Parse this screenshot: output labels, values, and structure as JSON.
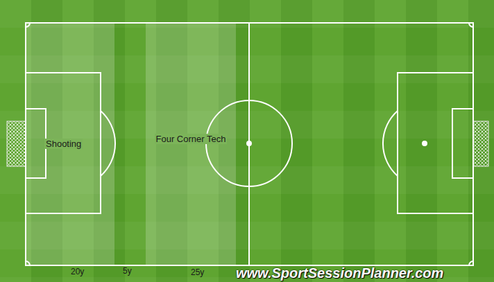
{
  "diagram": {
    "nodes": [
      {
        "text": [
          "Shooting"
        ]
      },
      {
        "text": [
          "Four Corner Tech"
        ]
      }
    ],
    "labels": [
      "20y",
      "5y",
      "25y",
      "www.SportSessionPlanner.com"
    ]
  }
}
